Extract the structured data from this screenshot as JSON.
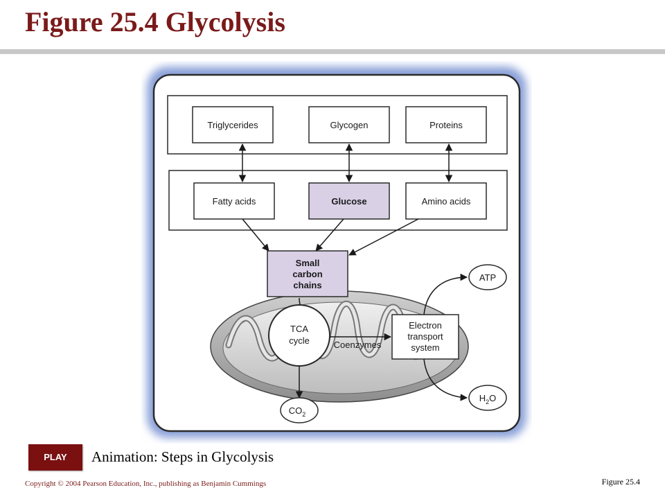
{
  "slide": {
    "title": "Figure 25.4  Glycolysis",
    "caption": "Animation: Steps in Glycolysis",
    "copyright": "Copyright © 2004 Pearson Education, Inc., publishing as Benjamin Cummings",
    "figure_ref": "Figure 25.4",
    "play_label": "PLAY"
  },
  "diagram": {
    "top_row": [
      "Triglycerides",
      "Glycogen",
      "Proteins"
    ],
    "middle_row": [
      "Fatty acids",
      "Glucose",
      "Amino acids"
    ],
    "small_carbon": [
      "Small",
      "carbon",
      "chains"
    ],
    "tca": [
      "TCA",
      "cycle"
    ],
    "coenzymes": "Coenzymes",
    "ets": [
      "Electron",
      "transport",
      "system"
    ],
    "atp": "ATP",
    "h2o": {
      "main": "H",
      "sub": "2",
      "end": "O"
    },
    "co2": {
      "main": "CO",
      "sub": "2"
    }
  },
  "colors": {
    "title": "#7a1a1a",
    "play_bg": "#7a1010",
    "highlight": "#d9d0e6",
    "frame_glow": "#8aa0d8"
  }
}
